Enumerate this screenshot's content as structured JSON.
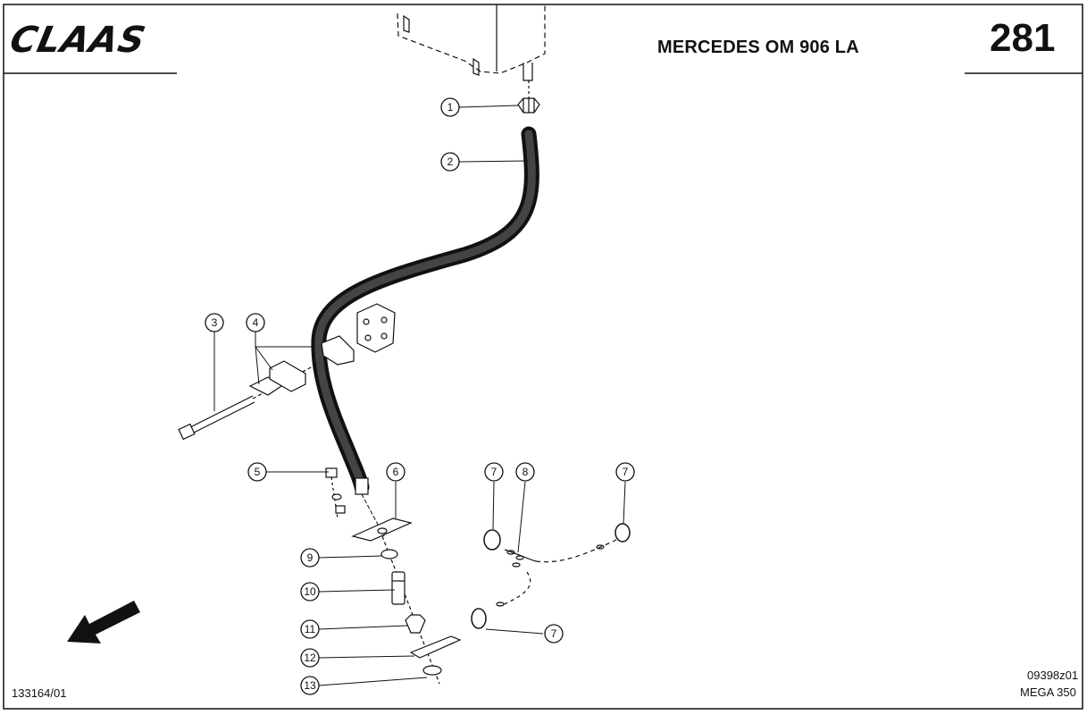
{
  "header": {
    "brand": "CLAAS",
    "engine_title": "MERCEDES OM 906 LA",
    "page_number": "281"
  },
  "footer": {
    "catalog_ref": "133164/01",
    "drawing_number": "09398z01",
    "model_name": "MEGA 350"
  },
  "callouts": [
    {
      "id": "c1",
      "label": "1"
    },
    {
      "id": "c2",
      "label": "2"
    },
    {
      "id": "c3",
      "label": "3"
    },
    {
      "id": "c4",
      "label": "4"
    },
    {
      "id": "c5",
      "label": "5"
    },
    {
      "id": "c6",
      "label": "6"
    },
    {
      "id": "c7a",
      "label": "7"
    },
    {
      "id": "c8",
      "label": "8"
    },
    {
      "id": "c7b",
      "label": "7"
    },
    {
      "id": "c9",
      "label": "9"
    },
    {
      "id": "c10",
      "label": "10"
    },
    {
      "id": "c11",
      "label": "11"
    },
    {
      "id": "c12",
      "label": "12"
    },
    {
      "id": "c13",
      "label": "13"
    },
    {
      "id": "c7c",
      "label": "7"
    }
  ],
  "colors": {
    "ink": "#111111",
    "paper": "#ffffff"
  }
}
